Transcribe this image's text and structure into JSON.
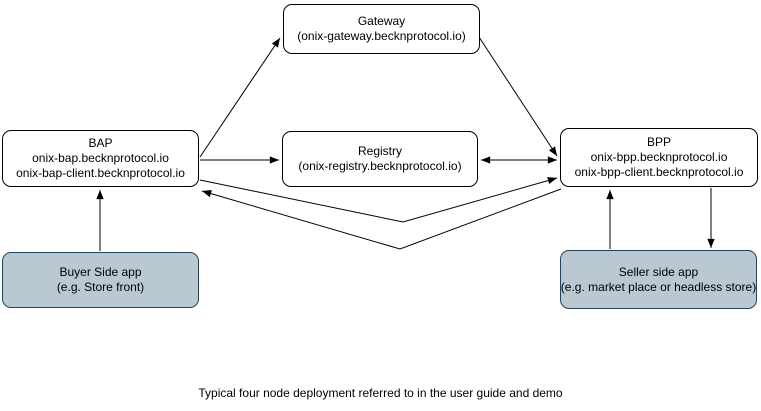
{
  "nodes": {
    "gateway": {
      "title": "Gateway",
      "subtitle": "(onix-gateway.becknprotocol.io)"
    },
    "bap": {
      "title": "BAP",
      "domain1": "onix-bap.becknprotocol.io",
      "domain2": "onix-bap-client.becknprotocol.io"
    },
    "registry": {
      "title": "Registry",
      "subtitle": "(onix-registry.becknprotocol.io)"
    },
    "bpp": {
      "title": "BPP",
      "domain1": "onix-bpp.becknprotocol.io",
      "domain2": "onix-bpp-client.becknprotocol.io"
    },
    "buyer_app": {
      "title": "Buyer Side app",
      "subtitle": "(e.g. Store front)"
    },
    "seller_app": {
      "title": "Seller side app",
      "subtitle": "(e.g. market place or headless store)"
    }
  },
  "edges": [
    {
      "from": "bap",
      "to": "gateway",
      "direction": "one-way"
    },
    {
      "from": "gateway",
      "to": "bpp",
      "direction": "one-way"
    },
    {
      "from": "bap",
      "to": "registry",
      "direction": "one-way"
    },
    {
      "from": "registry",
      "to": "bpp",
      "direction": "two-way"
    },
    {
      "from": "bap",
      "to": "bpp",
      "direction": "one-way",
      "shape": "v-bend"
    },
    {
      "from": "bpp",
      "to": "bap",
      "direction": "one-way",
      "shape": "v-bend"
    },
    {
      "from": "buyer_app",
      "to": "bap",
      "direction": "one-way"
    },
    {
      "from": "seller_app",
      "to": "bpp",
      "direction": "one-way"
    },
    {
      "from": "bpp",
      "to": "seller_app",
      "direction": "one-way"
    }
  ],
  "caption": "Typical four node deployment referred to in the user guide and demo",
  "colors": {
    "node_fill": "#ffffff",
    "node_border": "#000000",
    "app_fill": "#bac8d1",
    "app_border": "#23445d",
    "arrow": "#000000",
    "text": "#000000"
  }
}
